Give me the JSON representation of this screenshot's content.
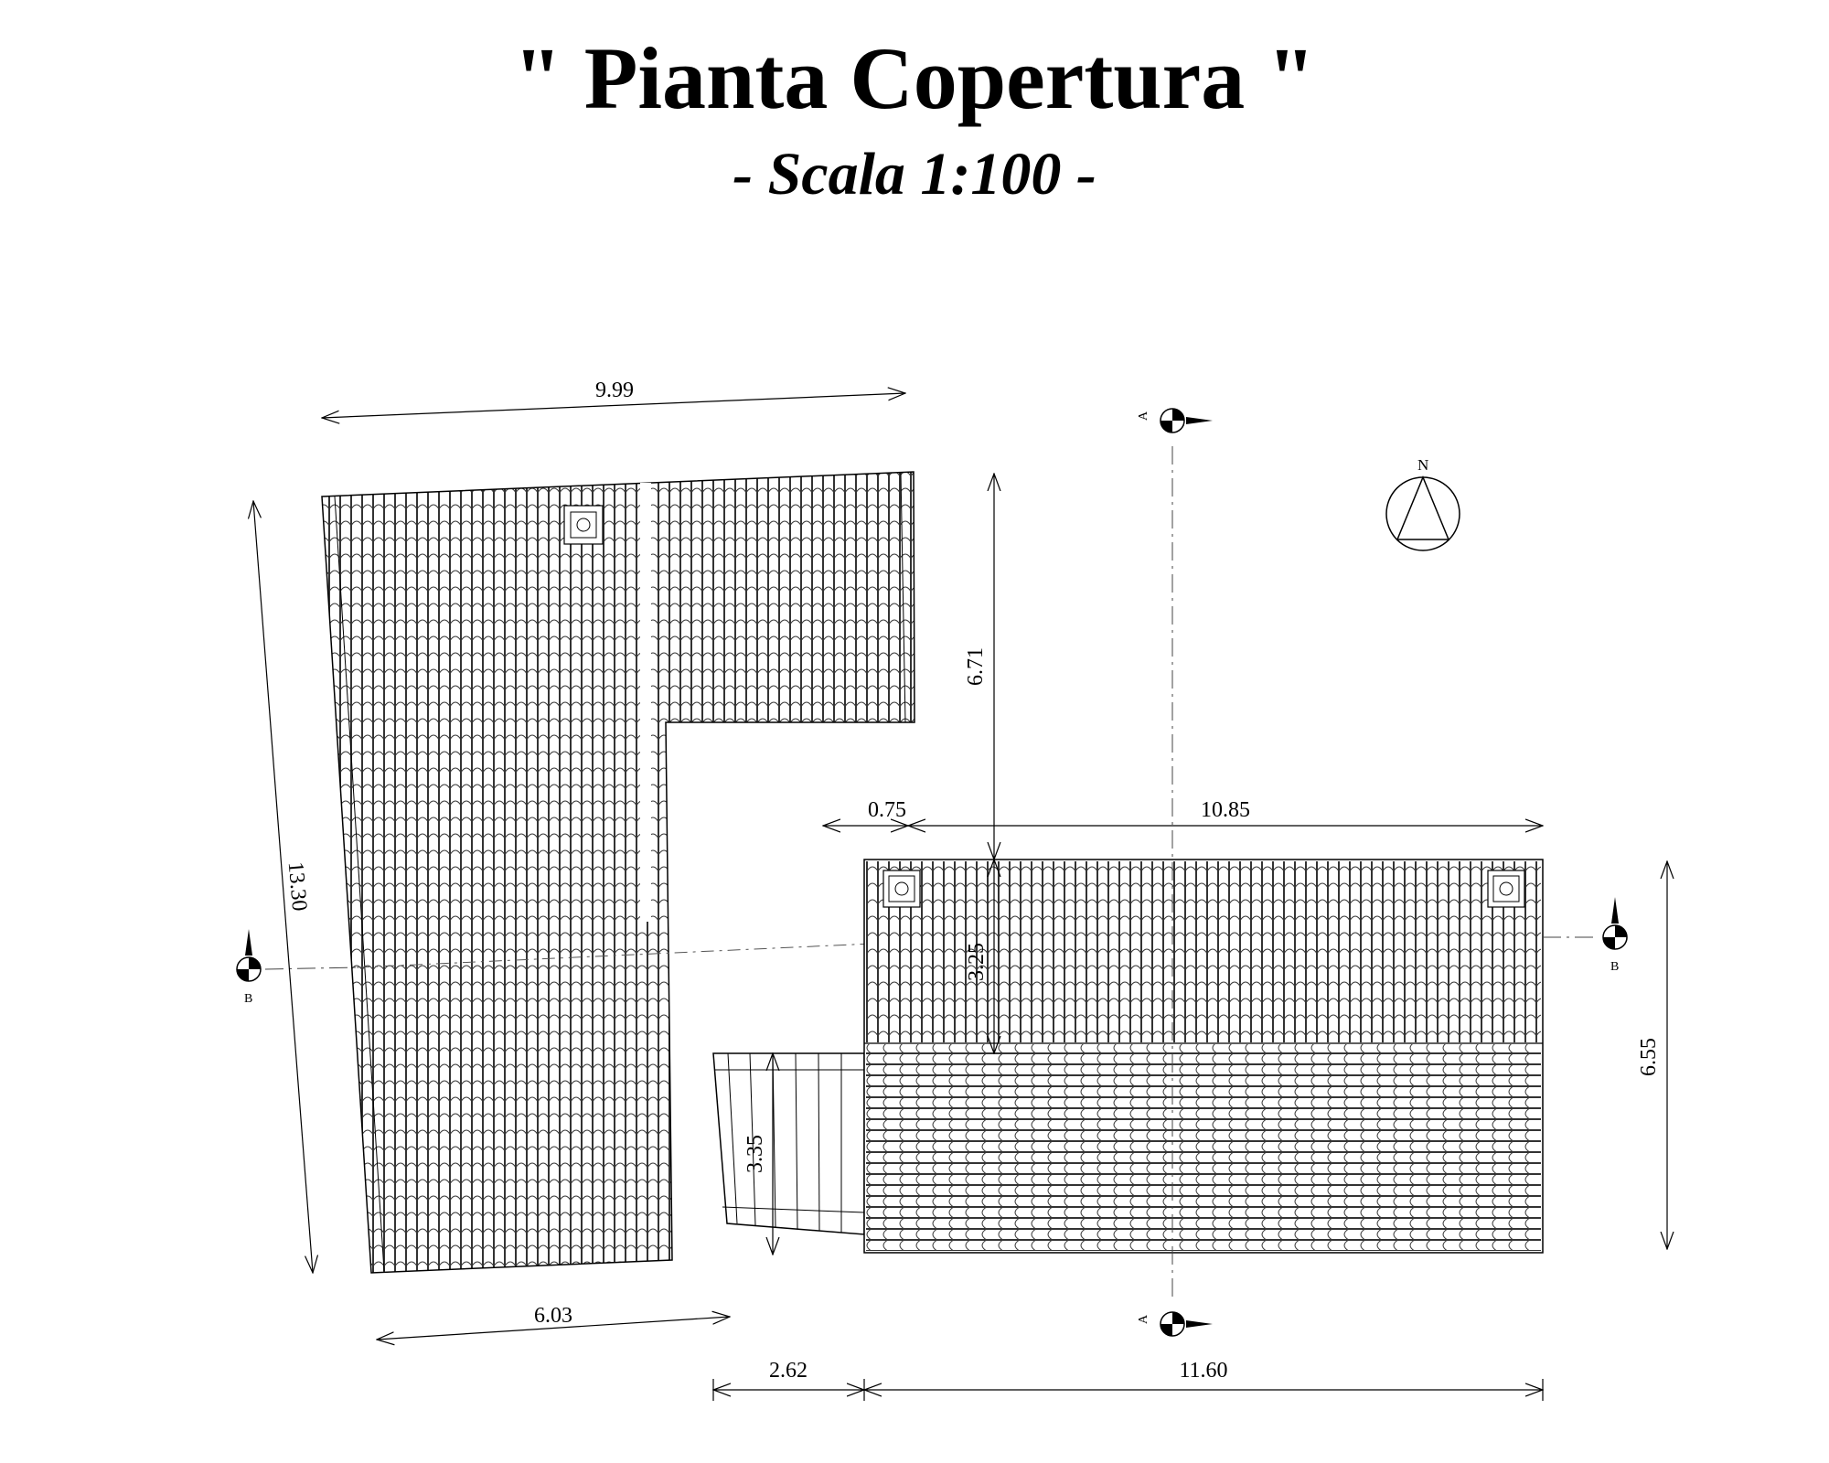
{
  "drawing": {
    "title": "\" Pianta Copertura \"",
    "subtitle": "- Scala 1:100 -"
  },
  "north_arrow": {
    "label": "N"
  },
  "section_markers": {
    "a_label": "A",
    "b_label": "B"
  },
  "dimensions": {
    "top_width": "9.99",
    "left_height": "13.30",
    "bottom_left_width": "6.03",
    "vertical_upper": "6.71",
    "offset": "0.75",
    "right_roof_width": "10.85",
    "vertical_mid": "3.25",
    "right_height": "6.55",
    "courtyard_depth": "3.35",
    "bottom_gap": "2.62",
    "bottom_right_width": "11.60"
  }
}
